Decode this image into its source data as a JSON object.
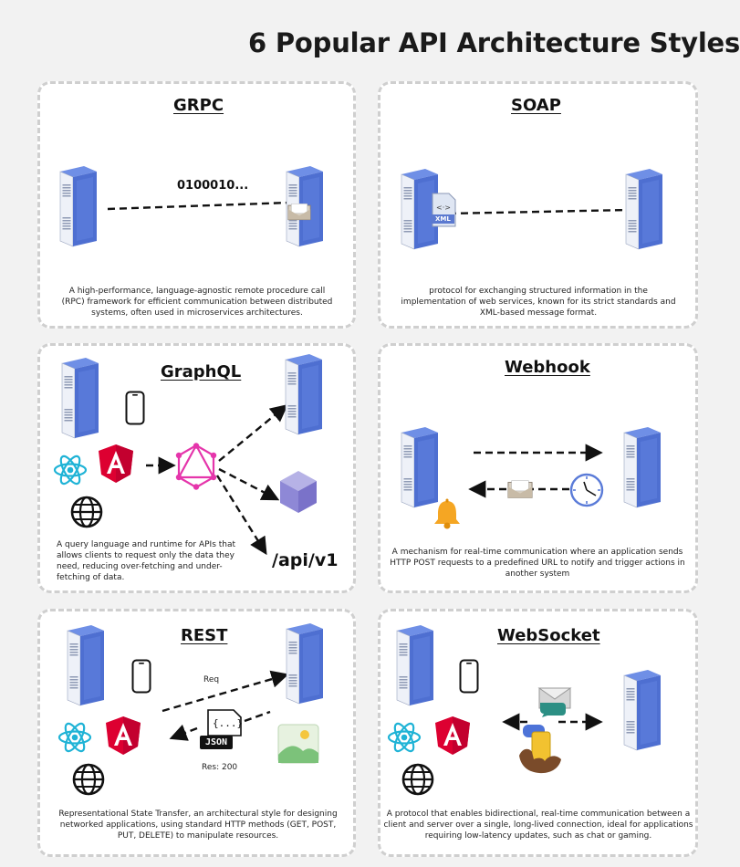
{
  "title": "6  Popular API Architecture Styles",
  "colors": {
    "server_blue": "#5a7bd8",
    "server_light": "#eef1f8",
    "angular_red": "#d63031",
    "react_cyan": "#1fb3d6",
    "graphql_pink": "#e535ab",
    "dashed_border": "#cfcfcf"
  },
  "icons": [
    "server-rack-icon",
    "smartphone-icon",
    "react-icon",
    "angular-icon",
    "globe-icon",
    "graphql-icon",
    "cube-icon",
    "envelope-icon",
    "bell-icon",
    "clock-icon",
    "xml-file-icon",
    "image-icon",
    "chat-bubble-icon",
    "hands-phone-icon"
  ],
  "panels": {
    "grpc": {
      "title": "GRPC",
      "binary": "0100010...",
      "description": "A high-performance, language-agnostic remote procedure call (RPC) framework for efficient communication between distributed systems, often used in microservices architectures."
    },
    "soap": {
      "title": "SOAP",
      "xml_label": "XML",
      "xml_glyph": "<·>",
      "description": "protocol for exchanging structured information in the implementation of web services, known for its strict standards and XML-based message format."
    },
    "graphql": {
      "title": "GraphQL",
      "endpoint": "/api/v1",
      "description": "A query language and runtime for APIs that allows clients to request only the data they need, reducing over-fetching and under-fetching of data."
    },
    "webhook": {
      "title": "Webhook",
      "description": "A mechanism for real-time communication where an application sends HTTP POST requests to a predefined URL to notify and trigger actions in another system"
    },
    "rest": {
      "title": "REST",
      "req_label": "Req",
      "res_label": "Res: 200",
      "json_label": "JSON",
      "braces": "{...}",
      "description": "Representational State Transfer, an architectural style for designing networked applications, using standard HTTP methods (GET, POST, PUT, DELETE) to manipulate resources."
    },
    "websocket": {
      "title": "WebSocket",
      "description": "A protocol that enables bidirectional, real-time communication between a client and server over a single, long-lived connection, ideal for applications requiring low-latency updates, such as chat or gaming."
    }
  }
}
